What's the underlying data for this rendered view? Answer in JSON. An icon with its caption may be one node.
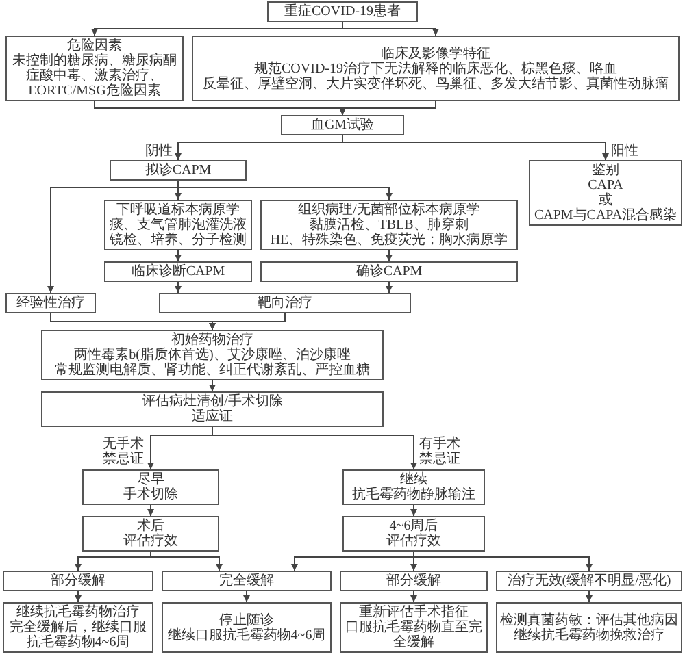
{
  "diagram": {
    "nodes": [
      {
        "text": [
          "重症COVID-19患者"
        ]
      },
      {
        "text": [
          "危险因素",
          "未控制的糖尿病、糖尿病酮症酸中毒、激素治疗、EORTC/MSG危险因素"
        ]
      },
      {
        "text": [
          "临床及影像学特征",
          "规范COVID-19治疗下无法解释的临床恶化、棕黑色痰、咯血",
          "反晕征、厚壁空洞、大片实变伴坏死、鸟巢征、多发大结节影、真菌性动脉瘤"
        ]
      },
      {
        "text": [
          "血GM试验"
        ]
      },
      {
        "text": [
          "拟诊CAPM"
        ]
      },
      {
        "text": [
          "鉴别",
          "CAPA",
          "或",
          "CAPM与CAPA混合感染"
        ]
      },
      {
        "text": [
          "下呼吸道标本病原学",
          "痰、支气管肺泡灌洗液",
          "镜检、培养、分子检测"
        ]
      },
      {
        "text": [
          "组织病理/无菌部位标本病原学",
          "黏膜活检、TBLB、肺穿刺",
          "HE、特殊染色、免疫荧光；胸水病原学"
        ]
      },
      {
        "text": [
          "临床诊断CAPM"
        ]
      },
      {
        "text": [
          "确诊CAPM"
        ]
      },
      {
        "text": [
          "经验性治疗"
        ]
      },
      {
        "text": [
          "靶向治疗"
        ]
      },
      {
        "text": [
          "初始药物治疗",
          "两性霉素b(脂质体首选)、艾沙康唑、泊沙康唑",
          "常规监测电解质、肾功能、纠正代谢紊乱、严控血糖"
        ]
      },
      {
        "text": [
          "评估病灶清创/手术切除",
          "适应证"
        ]
      },
      {
        "text": [
          "尽早",
          "手术切除"
        ]
      },
      {
        "text": [
          "继续",
          "抗毛霉药物静脉输注"
        ]
      },
      {
        "text": [
          "术后",
          "评估疗效"
        ]
      },
      {
        "text": [
          "4~6周后",
          "评估疗效"
        ]
      },
      {
        "text": [
          "部分缓解"
        ]
      },
      {
        "text": [
          "完全缓解"
        ]
      },
      {
        "text": [
          "部分缓解"
        ]
      },
      {
        "text": [
          "治疗无效(缓解不明显/恶化)"
        ]
      },
      {
        "text": [
          "继续抗毛霉药物治疗",
          "完全缓解后，继续口服抗毛霉药物4~6周"
        ]
      },
      {
        "text": [
          "停止随诊",
          "继续口服抗毛霉药物4~6周"
        ]
      },
      {
        "text": [
          "重新评估手术指征",
          "口服抗毛霉药物直至完全缓解"
        ]
      },
      {
        "text": [
          "检测真菌药敏：评估其他病因",
          "继续抗毛霉药物挽救治疗"
        ]
      }
    ],
    "edges": [
      {
        "from": 0,
        "to": 1,
        "arrow": "to"
      },
      {
        "from": 0,
        "to": 2,
        "arrow": "to"
      },
      {
        "from": 1,
        "to": 3,
        "arrow": "to"
      },
      {
        "from": 2,
        "to": 3,
        "arrow": "to"
      },
      {
        "from": 3,
        "to": 4,
        "arrow": "to",
        "label": "阴性"
      },
      {
        "from": 3,
        "to": 5,
        "arrow": "to",
        "label": "阳性"
      },
      {
        "from": 4,
        "to": 10,
        "arrow": "to"
      },
      {
        "from": 4,
        "to": 6,
        "arrow": "to"
      },
      {
        "from": 4,
        "to": 7,
        "arrow": "to"
      },
      {
        "from": 6,
        "to": 8,
        "arrow": "to"
      },
      {
        "from": 7,
        "to": 9,
        "arrow": "to"
      },
      {
        "from": 8,
        "to": 11,
        "arrow": "to"
      },
      {
        "from": 9,
        "to": 11,
        "arrow": "to"
      },
      {
        "from": 10,
        "to": 12,
        "arrow": "to"
      },
      {
        "from": 11,
        "to": 12,
        "arrow": "to"
      },
      {
        "from": 12,
        "to": 13,
        "arrow": "to"
      },
      {
        "from": 13,
        "to": 14,
        "arrow": "to",
        "label": "无手术禁忌证"
      },
      {
        "from": 13,
        "to": 15,
        "arrow": "to",
        "label": "有手术禁忌证"
      },
      {
        "from": 14,
        "to": 16,
        "arrow": "to"
      },
      {
        "from": 15,
        "to": 17,
        "arrow": "to"
      },
      {
        "from": 16,
        "to": 18,
        "arrow": "to"
      },
      {
        "from": 16,
        "to": 19,
        "arrow": "to"
      },
      {
        "from": 17,
        "to": 19,
        "arrow": "to"
      },
      {
        "from": 17,
        "to": 20,
        "arrow": "to"
      },
      {
        "from": 17,
        "to": 21,
        "arrow": "to"
      },
      {
        "from": 18,
        "to": 22,
        "arrow": "to"
      },
      {
        "from": 19,
        "to": 23,
        "arrow": "to"
      },
      {
        "from": 20,
        "to": 24,
        "arrow": "to"
      },
      {
        "from": 21,
        "to": 25,
        "arrow": "to"
      }
    ]
  }
}
